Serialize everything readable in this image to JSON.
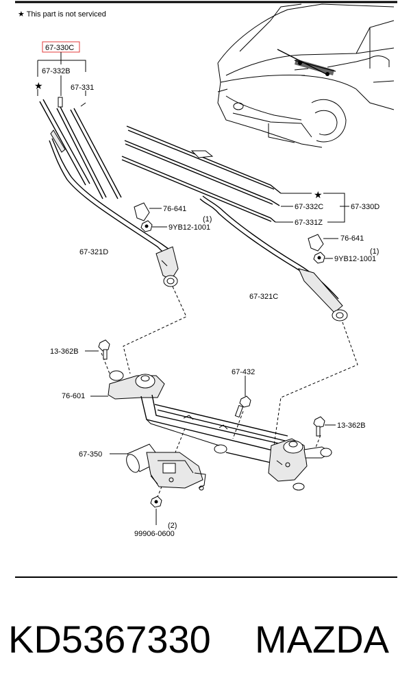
{
  "legend_note": "★ This part is not serviced",
  "highlight_color": "#e23a3a",
  "labels": {
    "l_67330C": "67-330C",
    "l_67332B": "67-332B",
    "l_67331": "67-331",
    "l_67321D": "67-321D",
    "l_76641a": "76-641",
    "l_9yb_q_a": "(1)",
    "l_9yb_a": "9YB12-1001",
    "l_67332C": "67-332C",
    "l_67330D": "67-330D",
    "l_67331Z": "67-331Z",
    "l_76641b": "76-641",
    "l_9yb_q_b": "(1)",
    "l_9yb_b": "9YB12-1001",
    "l_67321C": "67-321C",
    "l_13362B_a": "13-362B",
    "l_67432": "67-432",
    "l_76601": "76-601",
    "l_13362B_b": "13-362B",
    "l_67350": "67-350",
    "l_99906_q": "(2)",
    "l_99906": "99906-0600"
  },
  "footer": {
    "part_number": "KD5367330",
    "brand": "MAZDA"
  }
}
